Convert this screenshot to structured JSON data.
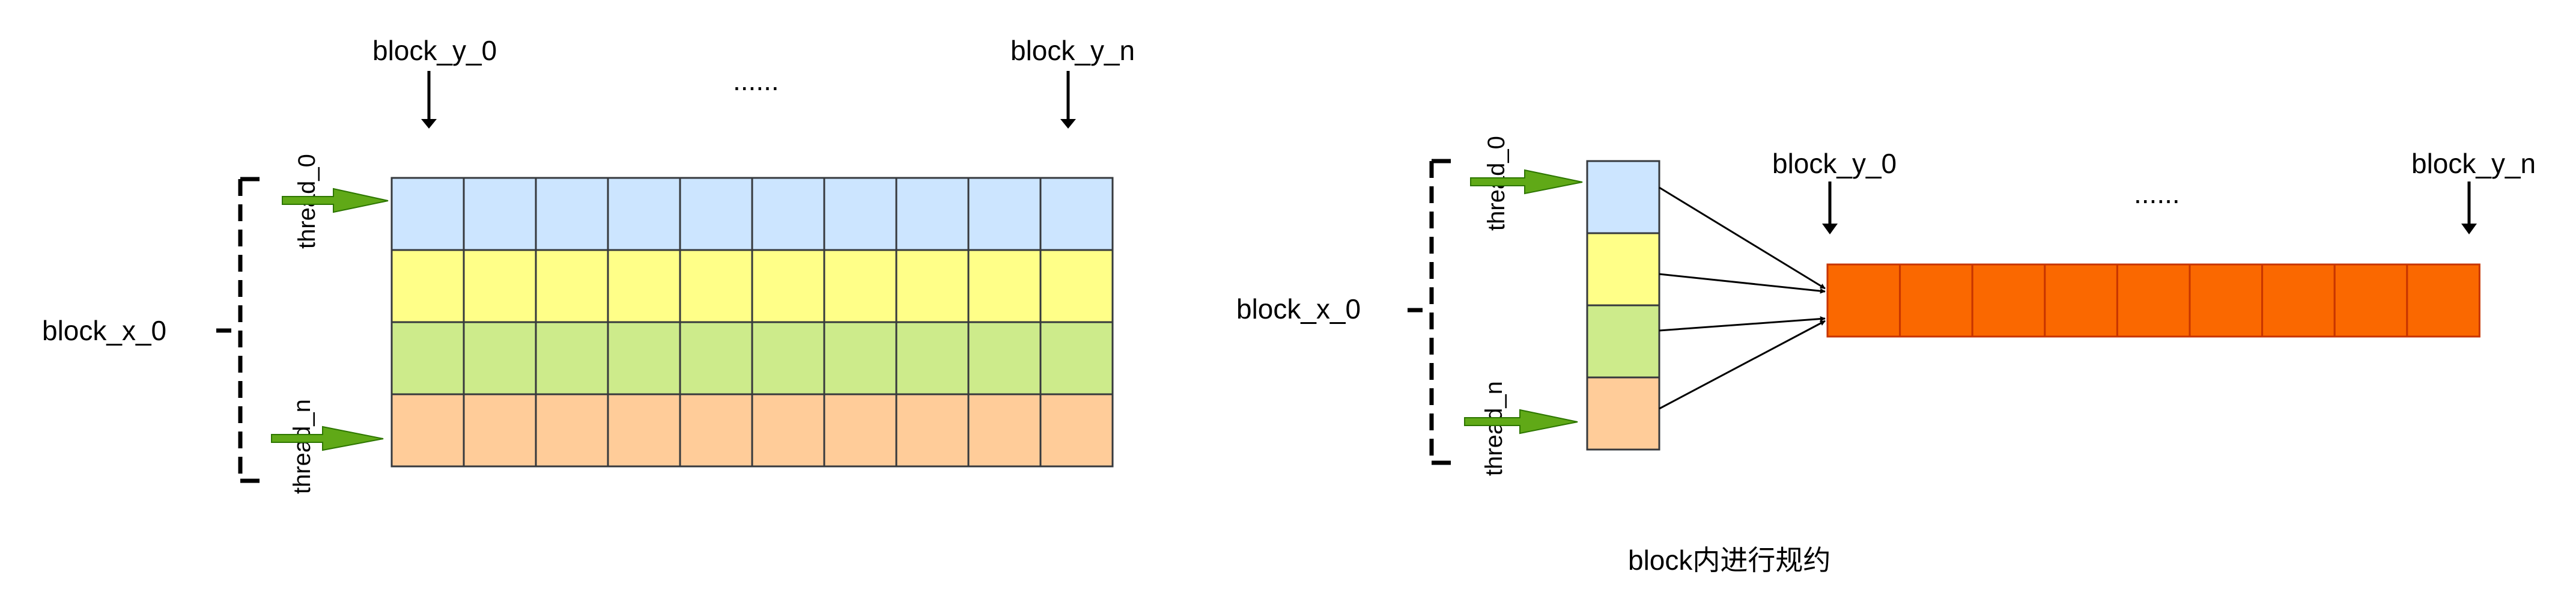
{
  "left_panel": {
    "top_label_first": "block_y_0",
    "top_label_last": "block_y_n",
    "top_ellipsis": "......",
    "side_label": "block_x_0",
    "thread_first": "thread_0",
    "thread_last": "thread_n",
    "grid": {
      "rows": 4,
      "columns": 10,
      "row_colors": [
        "#cce5ff",
        "#ffff88",
        "#cdeb8b",
        "#ffcc99"
      ]
    }
  },
  "right_panel": {
    "side_label": "block_x_0",
    "thread_first": "thread_0",
    "thread_last": "thread_n",
    "top_label_first": "block_y_0",
    "top_label_last": "block_y_n",
    "top_ellipsis": "......",
    "column": {
      "rows": 4,
      "row_colors": [
        "#cce5ff",
        "#ffff88",
        "#cdeb8b",
        "#ffcc99"
      ]
    },
    "result_strip": {
      "cells": 9,
      "color": "#fa6800"
    },
    "caption": "block内进行规约"
  },
  "colors": {
    "thread_arrow": "#60a917",
    "thread_arrow_stroke": "#2d7600",
    "cell_stroke": "#36393d",
    "result_stroke": "#c73500"
  }
}
